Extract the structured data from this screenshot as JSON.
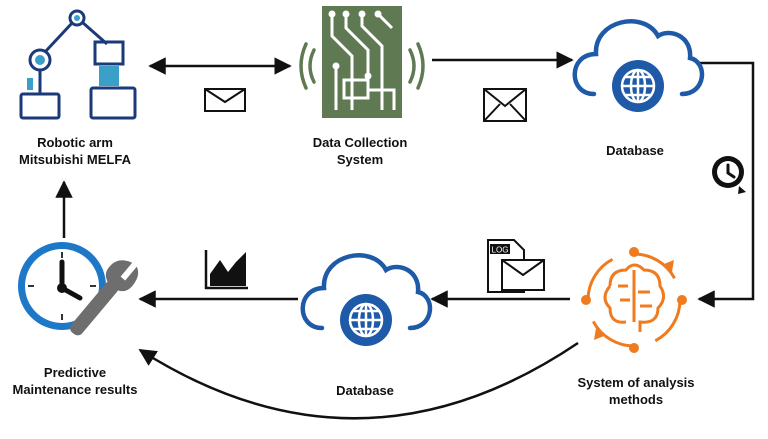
{
  "nodes": {
    "robotic_arm": {
      "lines": [
        "Robotic arm",
        "Mitsubishi MELFA"
      ],
      "icon": "robotic-arm-icon",
      "color": "#1a3a7a",
      "accent": "#3aa0c8"
    },
    "data_collection": {
      "lines": [
        "Data Collection",
        "System"
      ],
      "icon": "circuit-board-icon",
      "color": "#5f7a52"
    },
    "database_top": {
      "lines": [
        "Database"
      ],
      "icon": "cloud-database-icon",
      "color": "#1f5aa8"
    },
    "analysis": {
      "lines": [
        "System of analysis",
        "methods"
      ],
      "icon": "brain-gear-icon",
      "color": "#f07a1e"
    },
    "database_bottom": {
      "lines": [
        "Database"
      ],
      "icon": "cloud-database-icon",
      "color": "#1f5aa8"
    },
    "predictive": {
      "lines": [
        "Predictive",
        "Maintenance results"
      ],
      "icon": "clock-wrench-icon",
      "color": "#1e78c8"
    }
  },
  "connector_icons": [
    "envelope-icon",
    "envelope-icon",
    "clock-icon",
    "log-file-icon",
    "chart-icon"
  ],
  "colors": {
    "arrow": "#111111",
    "text": "#111111"
  }
}
